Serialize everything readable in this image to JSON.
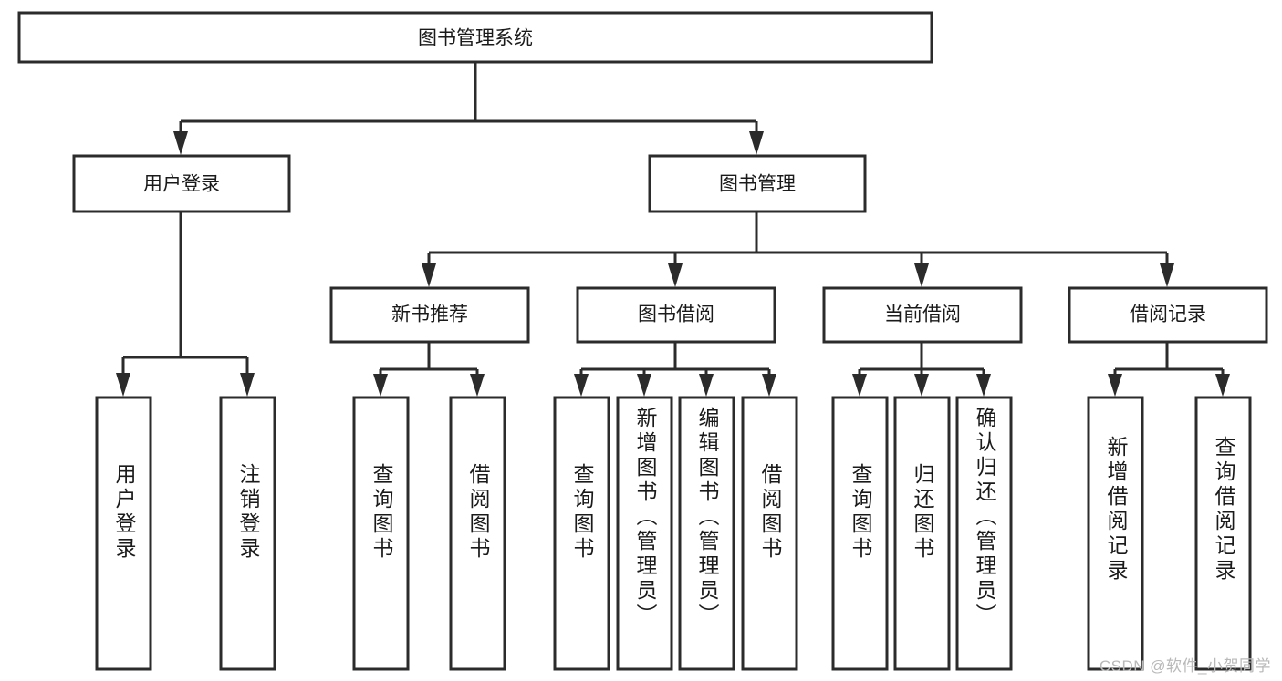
{
  "diagram": {
    "title": "图书管理系统",
    "type": "hierarchy-tree",
    "watermark": "CSDN @软件_小贺同学",
    "colors": {
      "stroke": "#2b2b2b",
      "fill": "#ffffff",
      "text": "#1a1a1a",
      "watermark": "#b9b9b9"
    },
    "root": {
      "label": "图书管理系统"
    },
    "level2": [
      {
        "label": "用户登录"
      },
      {
        "label": "图书管理"
      }
    ],
    "level3": [
      {
        "label": "新书推荐"
      },
      {
        "label": "图书借阅"
      },
      {
        "label": "当前借阅"
      },
      {
        "label": "借阅记录"
      }
    ],
    "leaves": [
      {
        "label": "用户登录",
        "parent": "用户登录"
      },
      {
        "label": "注销登录",
        "parent": "用户登录"
      },
      {
        "label": "查询图书",
        "parent": "新书推荐"
      },
      {
        "label": "借阅图书",
        "parent": "新书推荐"
      },
      {
        "label": "查询图书",
        "parent": "图书借阅"
      },
      {
        "label": "新增图书（管理员）",
        "parent": "图书借阅"
      },
      {
        "label": "编辑图书（管理员）",
        "parent": "图书借阅"
      },
      {
        "label": "借阅图书",
        "parent": "图书借阅"
      },
      {
        "label": "查询图书",
        "parent": "当前借阅"
      },
      {
        "label": "归还图书",
        "parent": "当前借阅"
      },
      {
        "label": "确认归还（管理员）",
        "parent": "当前借阅"
      },
      {
        "label": "新增借阅记录",
        "parent": "借阅记录"
      },
      {
        "label": "查询借阅记录",
        "parent": "借阅记录"
      }
    ]
  }
}
